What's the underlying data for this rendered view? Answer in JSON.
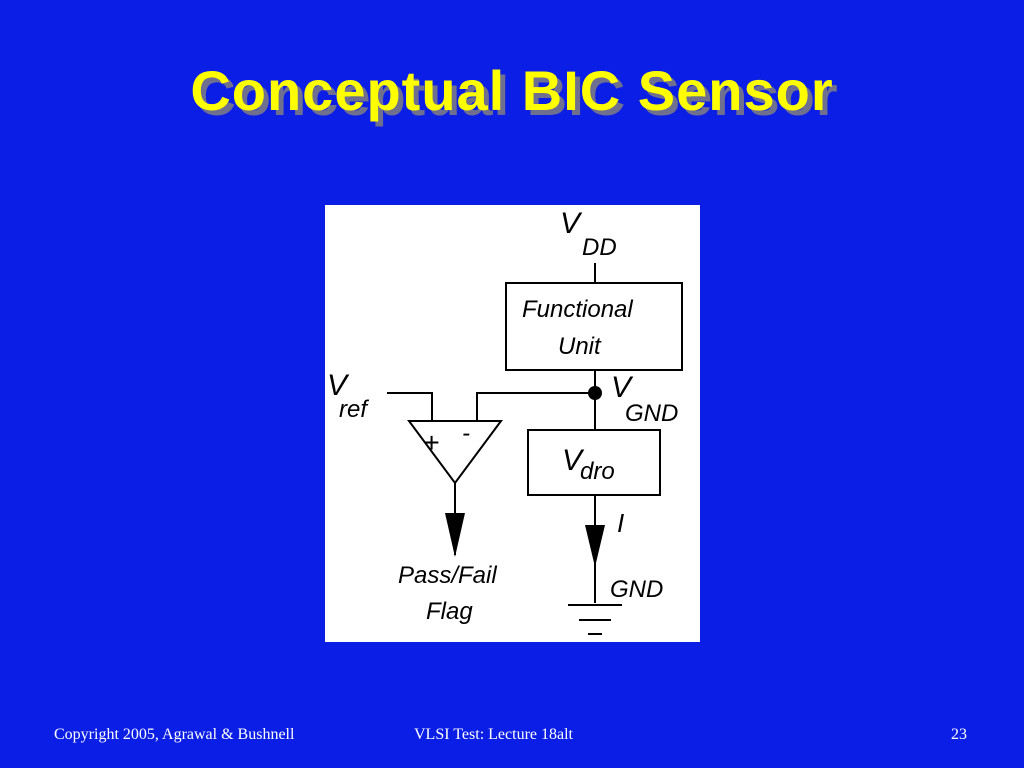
{
  "slide": {
    "title": "Conceptual BIC Sensor",
    "footer": {
      "copyright": "Copyright 2005, Agrawal & Bushnell",
      "lecture": "VLSI Test: Lecture 18alt",
      "page_number": "23"
    }
  },
  "diagram": {
    "vdd": {
      "v": "V",
      "sub": "DD"
    },
    "functional_unit": {
      "line1": "Functional",
      "line2": "Unit"
    },
    "vgnd": {
      "v": "V",
      "sub": "GND"
    },
    "vref": {
      "v": "V",
      "sub": "ref"
    },
    "vdro": {
      "v": "V",
      "sub": "dro"
    },
    "current": "I",
    "opamp": {
      "plus": "+",
      "minus": "-"
    },
    "output": {
      "line1": "Pass/Fail",
      "line2": "Flag"
    },
    "ground": "GND"
  },
  "colors": {
    "background": "#0b1ee6",
    "title": "#ffff00",
    "title_shadow": "#6f6f8f",
    "footer_text": "#ffffff",
    "diagram_background": "#ffffff",
    "diagram_ink": "#000000"
  }
}
